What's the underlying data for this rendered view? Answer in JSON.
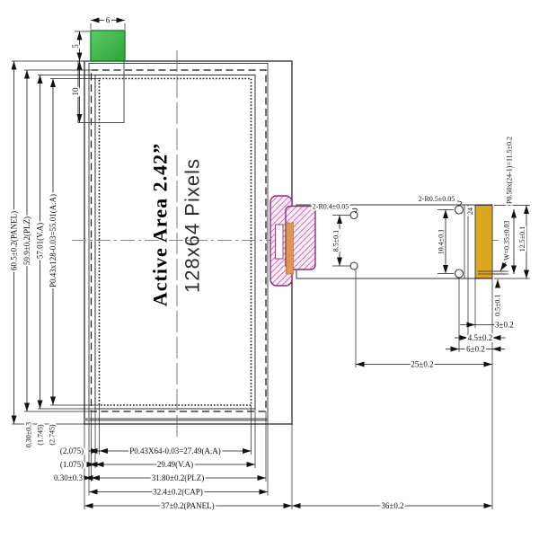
{
  "view": {
    "active_area_line1": "Active Area 2.42”",
    "active_area_line2": "128x64 Pixels"
  },
  "dims": {
    "tab_w": "6",
    "tab_h": "5",
    "tab_offset": "10",
    "panel_h": "60.5±0.2(PANEL)",
    "plz_h": "59.9±0.2(PLZ)",
    "va_h": "57.01(V.A)",
    "aa_h": "P0.43x128-0.03=55.01(A.A)",
    "gap1": "0.30±0.3",
    "gap2": "(1.745)",
    "gap3": "(2.745)",
    "aa_w": "P0.43X64-0.03=27.49(A.A)",
    "aa_w_margin": "(2.075)",
    "va_w": "29.49(V.A)",
    "va_w_margin": "(1.075)",
    "plz_w": "31.80±0.2(PLZ)",
    "plz_w_margin": "0.30±0.3",
    "cap_w": "32.4±0.2(CAP)",
    "panel_w": "37±0.2(PANEL)",
    "fpc_hole1": "2-R0.4±0.05",
    "fpc_hole1_span": "8.5±0.1",
    "fpc_hole2": "2-R0.5±0.05",
    "fpc_hole2_span": "10.4±0.1",
    "pin_count": "24",
    "pin_pitch": "P0.50x(24-1)=11.5±0.2",
    "pin_width": "W=0.35±0.03",
    "fpc_end_w": "12.5±0.1",
    "pad_margin": "0.5±0.1",
    "pad_len": "3±0.2",
    "stiffener_len": "4.5±0.2",
    "end_len": "6±0.2",
    "fpc_free_len": "25±0.2",
    "fpc_total_len": "36±0.2"
  },
  "colors": {
    "tape_green": "#3eb44a",
    "fpc_hatch_magenta": "#c148a8",
    "contact_orange": "#de9656",
    "gold_pad": "#d9a81f"
  }
}
